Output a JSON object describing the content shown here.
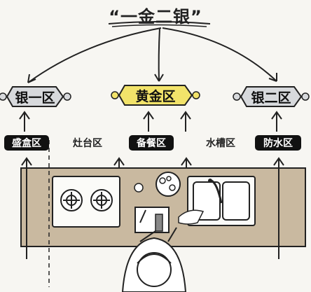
{
  "title": "“一金二银”",
  "plaques": {
    "left": "银一区",
    "center": "黄金区",
    "right": "银二区"
  },
  "zones": [
    "盛盒区",
    "灶台区",
    "备餐区",
    "水槽区",
    "防水区"
  ],
  "colors": {
    "gold": "#f2e36a",
    "silver": "#d7d9dc",
    "counter": "#c9b9a0",
    "ink": "#222222"
  },
  "icons": [
    "stove-icon",
    "bowl-icon",
    "cutting-board-icon",
    "sink-icon",
    "faucet-icon",
    "person-icon"
  ]
}
